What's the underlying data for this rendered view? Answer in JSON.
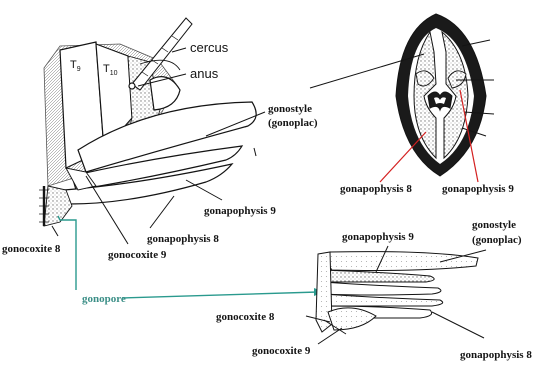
{
  "colors": {
    "ink": "#141414",
    "stipple": "#9a9a9a",
    "stipple_light": "#cfcfcf",
    "red_pointer": "#d42020",
    "teal_pointer": "#2a9a8e",
    "gonopore_text": "#3a8e86"
  },
  "labels": {
    "cercus": "cercus",
    "anus": "anus",
    "t9": "T",
    "t9_sub": "9",
    "t10": "T",
    "t10_sub": "10",
    "gonostyle_line1": "gonostyle",
    "gonostyle_line2": "(gonoplac)",
    "gonapophysis_9_left": "gonapophysis 9",
    "gonapophysis_8_left": "gonapophysis 8",
    "gonocoxite_9_left": "gonocoxite 9",
    "gonocoxite_8_left": "gonocoxite 8",
    "gonopore": "gonopore",
    "cs_gonapophysis_8": "gonapophysis 8",
    "cs_gonapophysis_9": "gonapophysis 9",
    "br_gonapophysis_9": "gonapophysis 9",
    "br_gonostyle_line1": "gonostyle",
    "br_gonostyle_line2": "(gonoplac)",
    "br_gonocoxite_8": "gonocoxite 8",
    "br_gonocoxite_9": "gonocoxite 9",
    "br_gonapophysis_8": "gonapophysis 8"
  }
}
